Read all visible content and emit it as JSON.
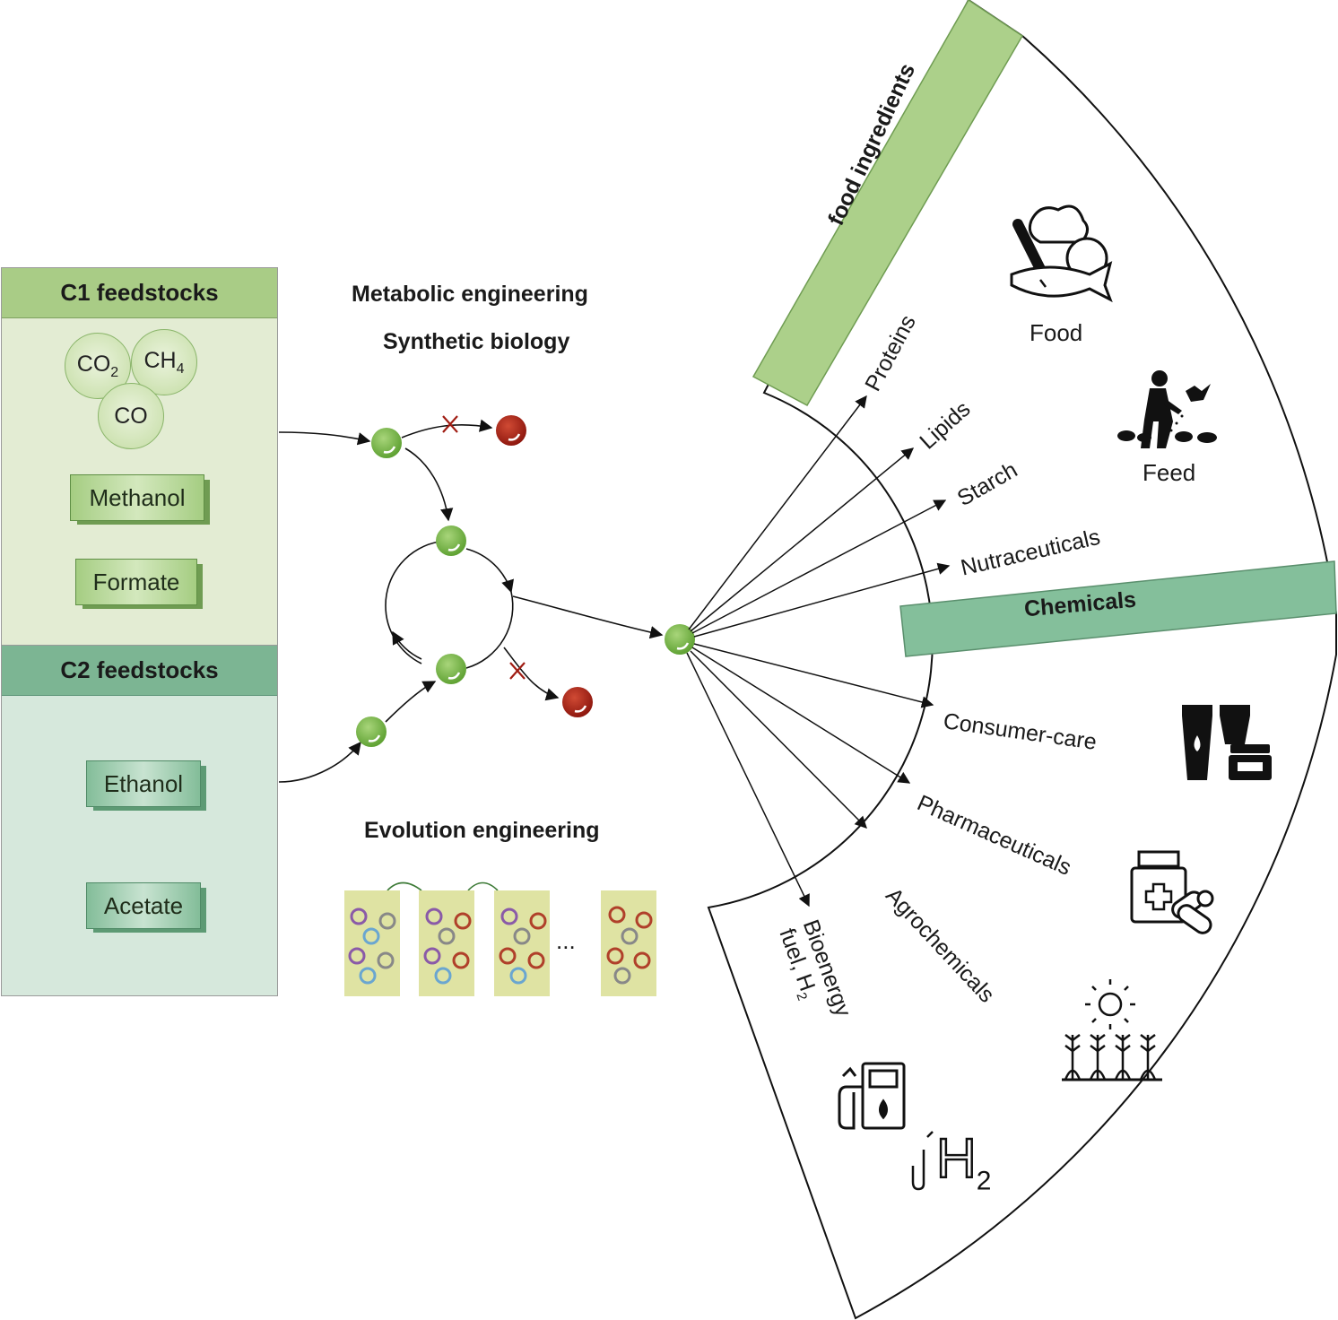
{
  "c1": {
    "header": "C1 feedstocks",
    "gases": [
      {
        "main": "CO",
        "sub": "2"
      },
      {
        "main": "CH",
        "sub": "4"
      },
      {
        "main": "CO",
        "sub": ""
      }
    ],
    "boxes": [
      "Methanol",
      "Formate"
    ]
  },
  "c2": {
    "header": "C2 feedstocks",
    "boxes": [
      "Ethanol",
      "Acetate"
    ]
  },
  "center": {
    "title1": "Metabolic engineering",
    "title2": "Synthetic biology",
    "title3": "Evolution engineering",
    "ellipsis": "..."
  },
  "fan": {
    "band_food": "food ingredients",
    "band_chem": "Chemicals",
    "products": [
      "Proteins",
      "Lipids",
      "Starch",
      "Nutraceuticals",
      "Consumer-care",
      "Pharmaceuticals",
      "Agrochemicals"
    ],
    "bioenergy_line1": "Bioenergy",
    "bioenergy_line2_main": "fuel, H",
    "bioenergy_line2_sub": "2",
    "food": "Food",
    "feed": "Feed",
    "h2_main": "H",
    "h2_sub": "2"
  },
  "colors": {
    "c1_header": "#a9cc86",
    "c1_panel": "#e3ecd3",
    "c2_header": "#7cb593",
    "c2_panel": "#d6e8dc",
    "node_green": "#6aae3a",
    "node_red": "#a01c12",
    "food_band": "#acd08a",
    "chem_band": "#84bf9b",
    "block": "#dfe3a3"
  }
}
